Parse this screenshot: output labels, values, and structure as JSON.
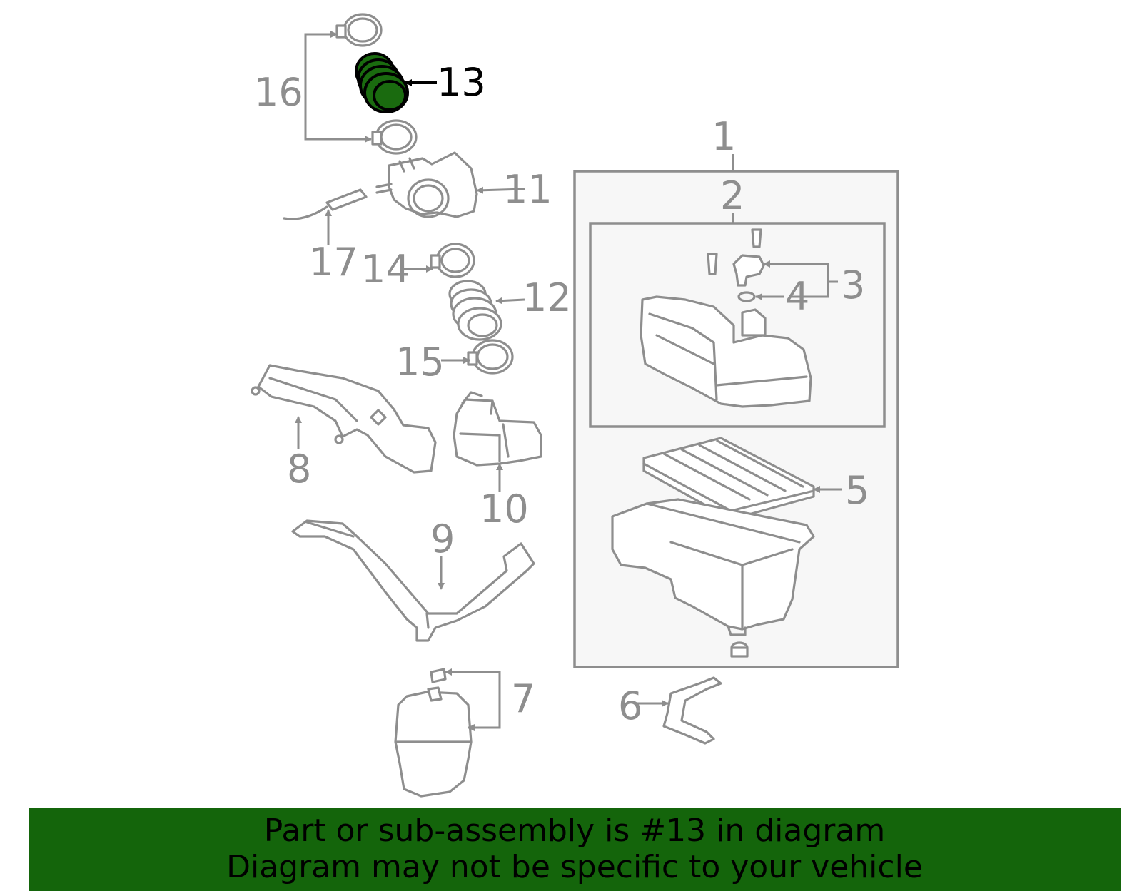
{
  "diagram": {
    "highlight_color": "#1a6b0f",
    "line_color": "#8e8e8e",
    "box_fill": "#f7f7f7",
    "highlighted_part": "13",
    "callouts": {
      "c1": "1",
      "c2": "2",
      "c3": "3",
      "c4": "4",
      "c5": "5",
      "c6": "6",
      "c7": "7",
      "c8": "8",
      "c9": "9",
      "c10": "10",
      "c11": "11",
      "c12": "12",
      "c13": "13",
      "c14": "14",
      "c15": "15",
      "c16": "16",
      "c17": "17"
    }
  },
  "banner": {
    "background": "#14650b",
    "line1": "Part or sub-assembly is #13 in diagram",
    "line2": "Diagram may not be specific to your vehicle"
  }
}
